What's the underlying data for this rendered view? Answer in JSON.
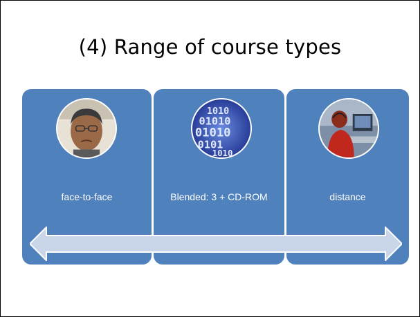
{
  "slide": {
    "title": "(4) Range of course types",
    "cards": [
      {
        "label": "face-to-face",
        "image_icon": "person-photo-icon"
      },
      {
        "label": "Blended: 3 + CD-ROM",
        "image_icon": "binary-digits-icon"
      },
      {
        "label": "distance",
        "image_icon": "person-at-computer-icon"
      }
    ],
    "arrow_icon": "double-headed-arrow-icon"
  },
  "colors": {
    "card_fill": "#4f81bd",
    "arrow_fill": "#c9d5e8",
    "title_text": "#000000",
    "label_text": "#ffffff"
  }
}
